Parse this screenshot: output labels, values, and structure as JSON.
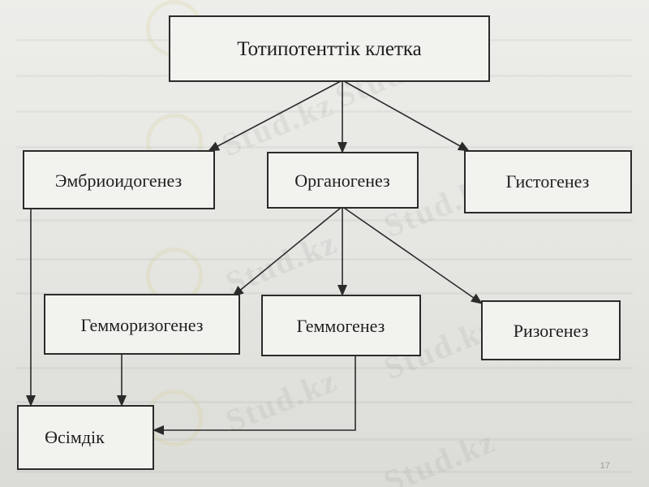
{
  "diagram": {
    "nodes": {
      "totipotent": "Тотипотенттік клетка",
      "embryoidogenesis": "Эмбриоидогенез",
      "organogenesis": "Органогенез",
      "histogenesis": "Гистогенез",
      "gemmorhizogenesis": "Гемморизогенез",
      "gemmogenesis": "Геммогенез",
      "rhizogenesis": "Ризогенез",
      "plant": "Өсімдік"
    }
  },
  "watermark": {
    "text": "Stud.kz"
  },
  "page_number": "17",
  "colors": {
    "stroke": "#2b2b2b",
    "box_fill": "#f2f2ef",
    "background": "#e6e6e2"
  }
}
